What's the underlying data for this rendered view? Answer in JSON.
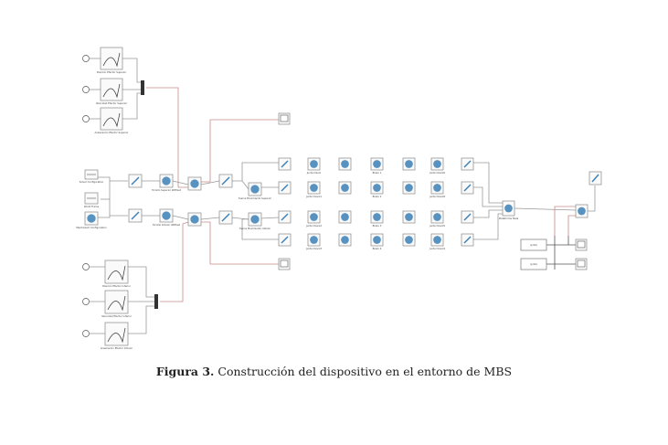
{
  "figure": {
    "caption_bold": "Figura 3.",
    "caption_text": "Construcción del dispositivo en el entorno de MBS"
  },
  "blocks": {
    "pos_sup": "Posición Efector Superior",
    "vel_sup": "Velocidad Efector Superior",
    "acc_sup": "Aceleración Efector Superior",
    "solver": "Solver Configuration",
    "world": "World Frame",
    "mech": "Mechanism Configuration",
    "torn_sup": "Tornillo Superior Witfixet",
    "torn_inf": "Tornillo Inferior Witfixet",
    "tuerca_sup": "Tuerca Movimiento Superior",
    "tuerca_inf": "Tuerca Movimiento Inferior",
    "junta_a1": "Junta Clavix",
    "brazo_1": "Brazo 1",
    "junta_a2": "Junta Clavix6",
    "junta_b1": "Junta Clavix1",
    "brazo_2": "Brazo 2",
    "junta_b2": "Junta Clavix8",
    "junta_c1": "Junta Clavix2",
    "brazo_3": "Brazo 3",
    "brazo_4": "Brazo 4",
    "junta_c2": "Junta Clavix5",
    "junta_d1": "Junta Clavix3",
    "junta_d2": "Junta Clavix4",
    "plataforma": "Plataforma Tesla",
    "goto1": "q(rob)",
    "goto2": "q(rob)",
    "pos_inf": "Posición Efector Inferior",
    "vel_inf": "Velocidad Efector Inferior",
    "acc_inf": "Aceleración Efector Inferior"
  },
  "colors": {
    "signal": "#c98a8a",
    "physical": "#999999",
    "block_icon": "#3a7fb5"
  }
}
